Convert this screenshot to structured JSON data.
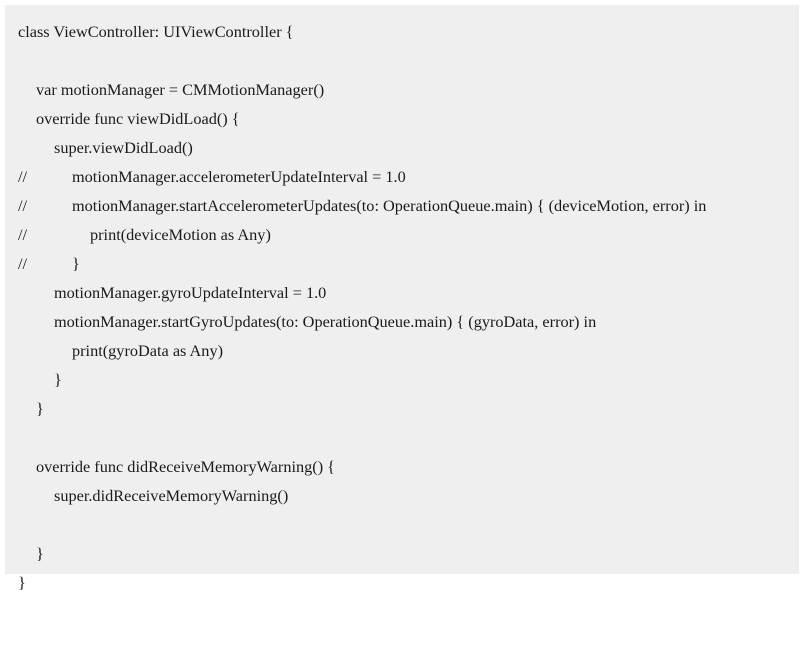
{
  "code": {
    "lines": [
      {
        "comment": "",
        "text": "class ViewController: UIViewController {"
      },
      {
        "comment": "",
        "text": ""
      },
      {
        "comment": "",
        "text": "var motionManager = CMMotionManager()"
      },
      {
        "comment": "",
        "text": "override func viewDidLoad() {"
      },
      {
        "comment": "",
        "text": "super.viewDidLoad()"
      },
      {
        "comment": "//",
        "text": "motionManager.accelerometerUpdateInterval = 1.0"
      },
      {
        "comment": "//",
        "text": "motionManager.startAccelerometerUpdates(to: OperationQueue.main) { (deviceMotion, error) in"
      },
      {
        "comment": "//",
        "text": "print(deviceMotion as Any)"
      },
      {
        "comment": "//",
        "text": "}"
      },
      {
        "comment": "",
        "text": "motionManager.gyroUpdateInterval = 1.0"
      },
      {
        "comment": "",
        "text": "motionManager.startGyroUpdates(to: OperationQueue.main) { (gyroData, error) in"
      },
      {
        "comment": "",
        "text": "print(gyroData as Any)"
      },
      {
        "comment": "",
        "text": "}"
      },
      {
        "comment": "",
        "text": "}"
      },
      {
        "comment": "",
        "text": ""
      },
      {
        "comment": "",
        "text": "override func didReceiveMemoryWarning() {"
      },
      {
        "comment": "",
        "text": "super.didReceiveMemoryWarning()"
      },
      {
        "comment": "",
        "text": ""
      },
      {
        "comment": "",
        "text": "}"
      },
      {
        "comment": "",
        "text": "}"
      }
    ]
  }
}
